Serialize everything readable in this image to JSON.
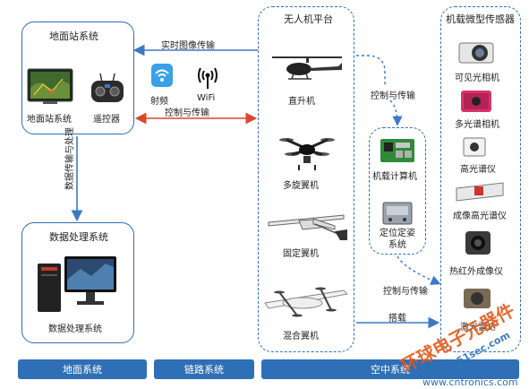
{
  "ground_station": {
    "title": "地面站系统",
    "items": [
      "地面站系统",
      "遥控器"
    ]
  },
  "data_processing": {
    "title": "数据处理系统",
    "items": [
      "数据处理系统"
    ]
  },
  "uav_platform": {
    "title": "无人机平台",
    "items": [
      "直升机",
      "多旋翼机",
      "固定翼机",
      "混合翼机"
    ]
  },
  "onboard_compute": {
    "items": [
      "机载计算机",
      "定位定姿\n系统"
    ]
  },
  "sensors": {
    "title": "机载微型传感器",
    "items": [
      "可见光相机",
      "多光谱相机",
      "高光谱仪",
      "成像高光谱仪",
      "热红外成像仪",
      "激光雷达"
    ]
  },
  "link": {
    "rf_label": "射频",
    "wifi_label": "WiFi",
    "realtime_label": "实时图像传输",
    "control_label": "控制与传输"
  },
  "edges": {
    "data_label": "数据传输与处理",
    "ctrl_upper": "控制与传输",
    "ctrl_lower": "控制与传输",
    "carry_label": "搭载"
  },
  "footer": [
    "地面系统",
    "链路系统",
    "空中系统"
  ],
  "watermark": {
    "main": "环球电子元器件",
    "url": "www.cntronics.com",
    "url_short": "www.51sec.com"
  },
  "colors": {
    "frame": "#2f6fb5",
    "arrow_blue": "#3d78c6",
    "arrow_red": "#d9472b",
    "footer": "#2f6fb5",
    "watermark": "#e05a1a"
  }
}
